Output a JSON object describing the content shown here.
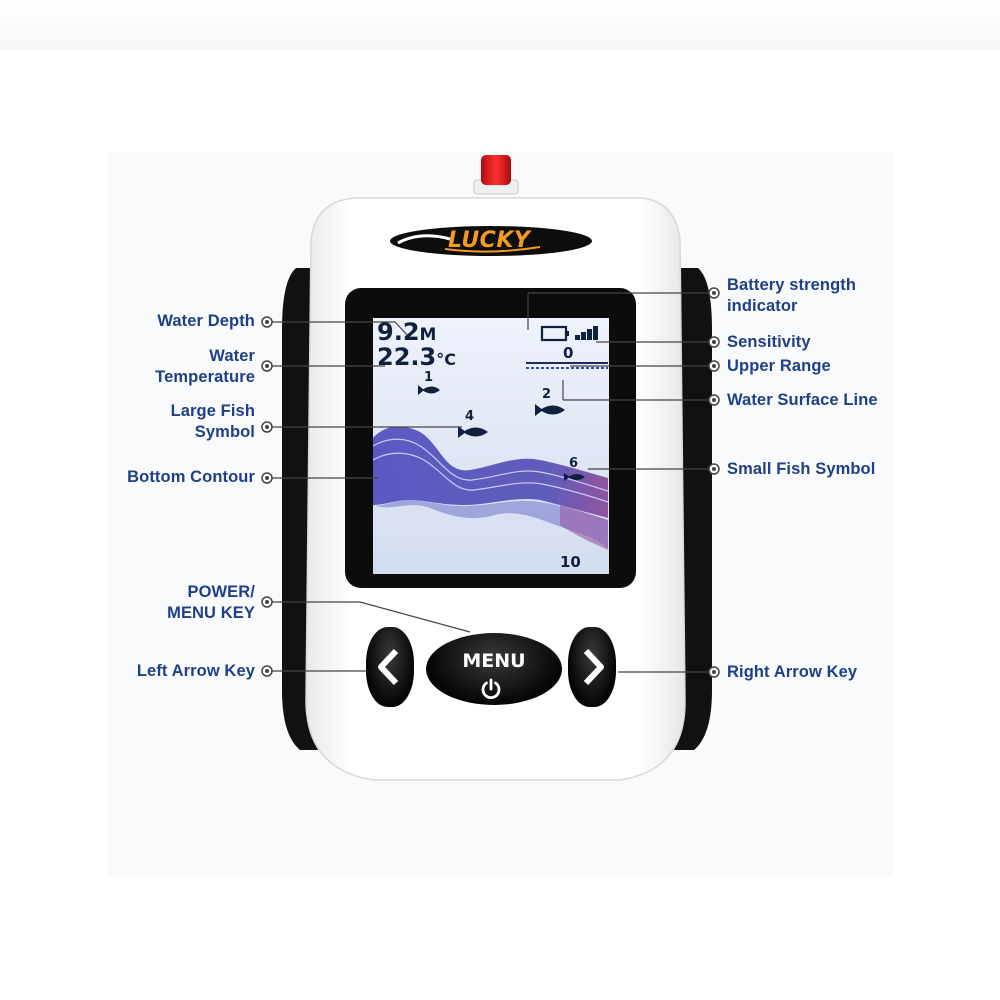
{
  "device": {
    "brand": "LUCKY",
    "menu_key_label": "MENU",
    "screen": {
      "depth_value": "9.2",
      "depth_unit": "M",
      "temperature_value": "22.3",
      "temperature_unit": "°C",
      "upper_range": "0",
      "lower_range": "10",
      "fish_depths": [
        "1",
        "4",
        "2",
        "6"
      ]
    }
  },
  "callouts_left": [
    {
      "id": "water-depth",
      "lines": [
        "Water Depth"
      ]
    },
    {
      "id": "water-temperature",
      "lines": [
        "Water",
        "Temperature"
      ]
    },
    {
      "id": "large-fish-symbol",
      "lines": [
        "Large Fish",
        "Symbol"
      ]
    },
    {
      "id": "bottom-contour",
      "lines": [
        "Bottom Contour"
      ]
    },
    {
      "id": "power-menu-key",
      "lines": [
        "POWER/",
        "MENU KEY"
      ]
    },
    {
      "id": "left-arrow-key",
      "lines": [
        "Left Arrow Key"
      ]
    }
  ],
  "callouts_right": [
    {
      "id": "battery-strength-indicator",
      "lines": [
        "Battery strength",
        "indicator"
      ]
    },
    {
      "id": "sensitivity",
      "lines": [
        "Sensitivity"
      ]
    },
    {
      "id": "upper-range",
      "lines": [
        "Upper Range"
      ]
    },
    {
      "id": "water-surface-line",
      "lines": [
        "Water Surface Line"
      ]
    },
    {
      "id": "small-fish-symbol",
      "lines": [
        "Small Fish Symbol"
      ]
    },
    {
      "id": "right-arrow-key",
      "lines": [
        "Right Arrow Key"
      ]
    }
  ],
  "colors": {
    "callout_text": "#1f3f86",
    "leader_line": "#444444",
    "lcd_background": "#dfe6f5",
    "sonar_bottom": "#4b4db0",
    "antenna": "#e01515",
    "logo_accent": "#f39a21"
  },
  "icons": [
    "power-icon",
    "left-arrow-icon",
    "right-arrow-icon",
    "battery-icon",
    "sensitivity-icon",
    "fish-icon"
  ]
}
